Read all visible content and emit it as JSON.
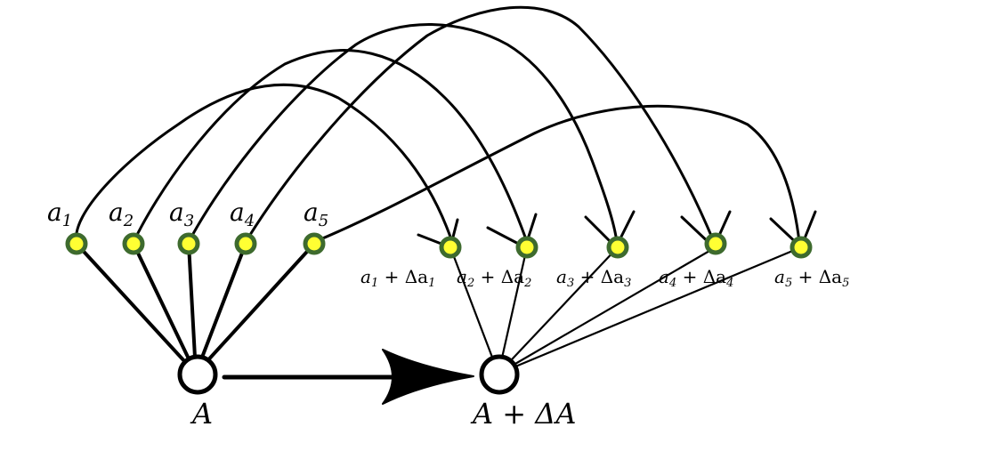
{
  "colors": {
    "node_ring": "#3e6b2e",
    "node_fill": "#ffff33",
    "stroke": "#000000",
    "background": "#ffffff"
  },
  "source": {
    "label": "A",
    "elements": [
      {
        "label_base": "a",
        "label_sub": "1"
      },
      {
        "label_base": "a",
        "label_sub": "2"
      },
      {
        "label_base": "a",
        "label_sub": "3"
      },
      {
        "label_base": "a",
        "label_sub": "4"
      },
      {
        "label_base": "a",
        "label_sub": "5"
      }
    ]
  },
  "target": {
    "label": "A + ΔA",
    "elements": [
      {
        "label_base": "a",
        "label_sub": "1",
        "label_suffix": " + Δa",
        "label_suffix_sub": "1"
      },
      {
        "label_base": "a",
        "label_sub": "2",
        "label_suffix": " + Δa",
        "label_suffix_sub": "2"
      },
      {
        "label_base": "a",
        "label_sub": "3",
        "label_suffix": " + Δa",
        "label_suffix_sub": "3"
      },
      {
        "label_base": "a",
        "label_sub": "4",
        "label_suffix": " + Δa",
        "label_suffix_sub": "4"
      },
      {
        "label_base": "a",
        "label_sub": "5",
        "label_suffix": " + Δa",
        "label_suffix_sub": "5"
      }
    ]
  }
}
